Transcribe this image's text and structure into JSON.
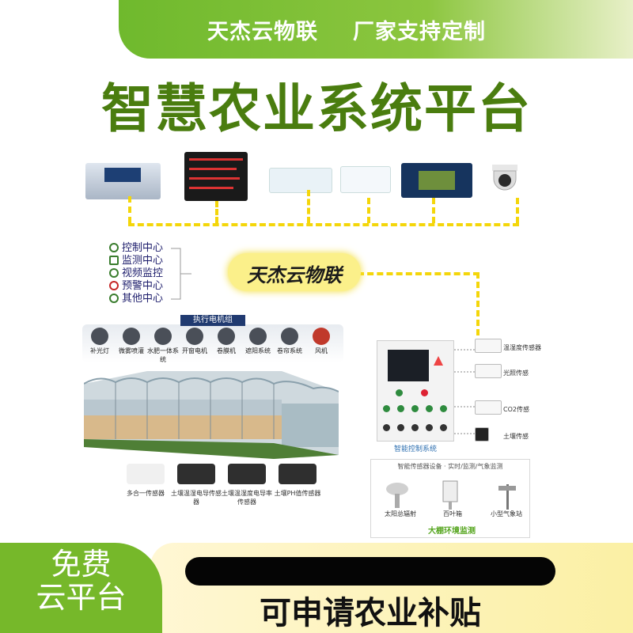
{
  "header": {
    "brand": "天杰云物联",
    "tagline": "厂家支持定制",
    "title": "智慧农业系统平台"
  },
  "menu": {
    "items": [
      {
        "label": "控制中心",
        "icon": "target-icon"
      },
      {
        "label": "监测中心",
        "icon": "monitor-icon"
      },
      {
        "label": "视频监控",
        "icon": "camera-icon"
      },
      {
        "label": "预警中心",
        "icon": "alarm-icon"
      },
      {
        "label": "其他中心",
        "icon": "gear-icon"
      }
    ]
  },
  "badge": {
    "text": "天杰云物联"
  },
  "execution": {
    "title": "执行电机组",
    "actuators": [
      "补光灯",
      "微雾喷灌",
      "水肥一体系统",
      "开窗电机",
      "卷膜机",
      "遮阳系统",
      "卷帘系统",
      "风机"
    ]
  },
  "greenhouse_sensors": [
    "多合一传感器",
    "土壤温湿电导传感器",
    "土壤温湿度电导率传感器",
    "土壤PH值传感器"
  ],
  "controller": {
    "label": "智能控制系统",
    "sensors": [
      "温湿度传感器",
      "光照传感",
      "CO2传感",
      "土壤传感"
    ]
  },
  "environment": {
    "header": "智能传感器设备 · 实时/监测/气象监测",
    "devices": [
      "太阳总辐射",
      "百叶箱",
      "小型气象站"
    ],
    "title": "大棚环境监测"
  },
  "footer": {
    "free_line1": "免费",
    "free_line2": "云平台",
    "subsidy": "可申请农业补贴"
  },
  "colors": {
    "accent_green": "#4a7d0f",
    "banner_green": "#76b82a",
    "connector_yellow": "#f4d60a"
  }
}
